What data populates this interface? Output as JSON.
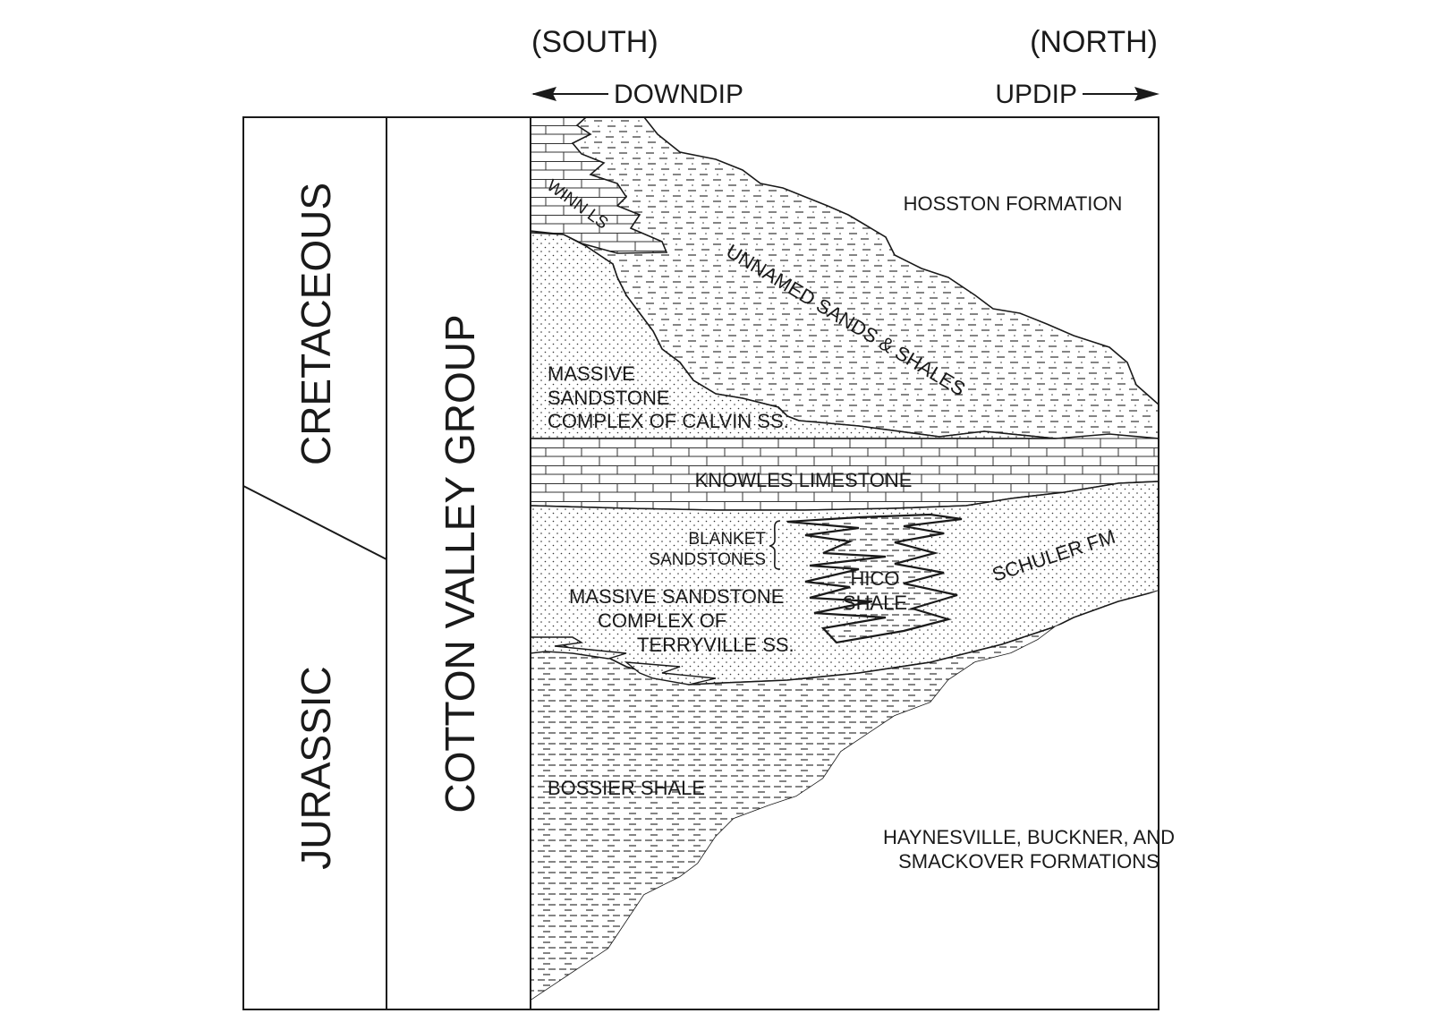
{
  "direction": {
    "south": "(SOUTH)",
    "north": "(NORTH)",
    "downdip": "DOWNDIP",
    "updip": "UPDIP"
  },
  "periods": {
    "cretaceous": "CRETACEOUS",
    "jurassic": "JURASSIC"
  },
  "group": "COTTON VALLEY GROUP",
  "units": {
    "hosston": "HOSSTON FORMATION",
    "winn": "WINN LS",
    "unnamed": "UNNAMED SANDS & SHALES",
    "calvin_1": "MASSIVE",
    "calvin_2": "SANDSTONE",
    "calvin_3": "COMPLEX OF CALVIN SS.",
    "knowles": "KNOWLES LIMESTONE",
    "blanket_1": "BLANKET",
    "blanket_2": "SANDSTONES",
    "hico_1": "HICO",
    "hico_2": "SHALE",
    "schuler": "SCHULER FM",
    "terry_1": "MASSIVE SANDSTONE",
    "terry_2": "COMPLEX OF",
    "terry_3": "TERRYVILLE SS.",
    "bossier": "BOSSIER SHALE",
    "hayn_1": "HAYNESVILLE, BUCKNER, AND",
    "hayn_2": "SMACKOVER FORMATIONS"
  },
  "patterns": {
    "sandstone": "dotted",
    "shale": "dashed",
    "limestone": "brick"
  }
}
